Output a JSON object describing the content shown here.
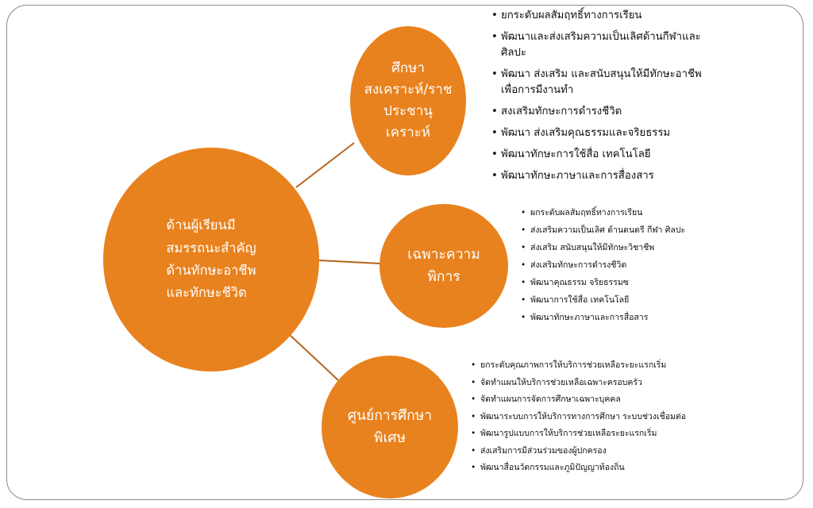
{
  "colors": {
    "circle_fill": "#e8821e",
    "connector": "#b5651d",
    "circle_text": "#ffffff",
    "list_text": "#111111"
  },
  "center": {
    "label": "ด้านผู้เรียนมี\nสมรรถนะสำคัญ\nด้านทักษะอาชีพ\nและทักษะชีวิต"
  },
  "branches": [
    {
      "label": "ศึกษา\nสงเคราะห์/ราช\nประชานุ\nเคราะห์",
      "items": [
        "ยกระดับผลสัมฤทธิ์ทางการเรียน",
        "พัฒนาและส่งเสริมความเป็นเลิศด้านกีฬาและศิลปะ",
        "พัฒนา ส่งเสริม และสนับสนุนให้มีทักษะอาชีพเพื่อการมีงานทำ",
        "สงเสริมทักษะการดำรงชีวิต",
        "พัฒนา ส่งเสริมคุณธรรมและจริยธรรม",
        "พัฒนาทักษะการใช้สื่อ เทคโนโลยี",
        "พัฒนาทักษะภาษาและการสื่องสาร"
      ]
    },
    {
      "label": "เฉพาะความ\nพิการ",
      "items": [
        "ผกระดับผลสัมฤทธิ์ทางการเรียน",
        "ส่งเสริมความเป็นเลิศ ด้านดนตรี กีฬา ศิลปะ",
        "ส่งเสริม สนับสนุนให้มีทักษะวิชาชีพ",
        "ส่งเสริมทักษะการดำรงชีวิต",
        "พัฒนาคุณธรรม จริยธรรมซ",
        "พัฒนาการใช้สื่อ เทคโนโลยี",
        "พัฒนาทักษะภาษาและการสื่อสาร"
      ]
    },
    {
      "label": "ศูนย์การศึกษา\nพิเศษ",
      "items": [
        "ยกระดับคุณภาพการให้บริการช่วยเหลือระยะแรกเริ่ม",
        "จัดทำแผนให้บริการช่วยเหลือเฉพาะครอบครัว",
        "จัดทำแผนการจัดการศึกษาเฉพาะบุคคล",
        "พัฒนาระบบการให้บริการทางการศึกษา ระบบช่วงเชื่อมต่อ",
        "พัฒนารูปแบบการให้บริการช่วยเหลือระยะแรกเริ่ม",
        "ส่งเสริมการมีส่วนร่วมของผู้ปกครอง",
        "พัฒนาสื่อนวัตกรรมและภูมิปัญญาท้องถิ่น"
      ]
    }
  ]
}
